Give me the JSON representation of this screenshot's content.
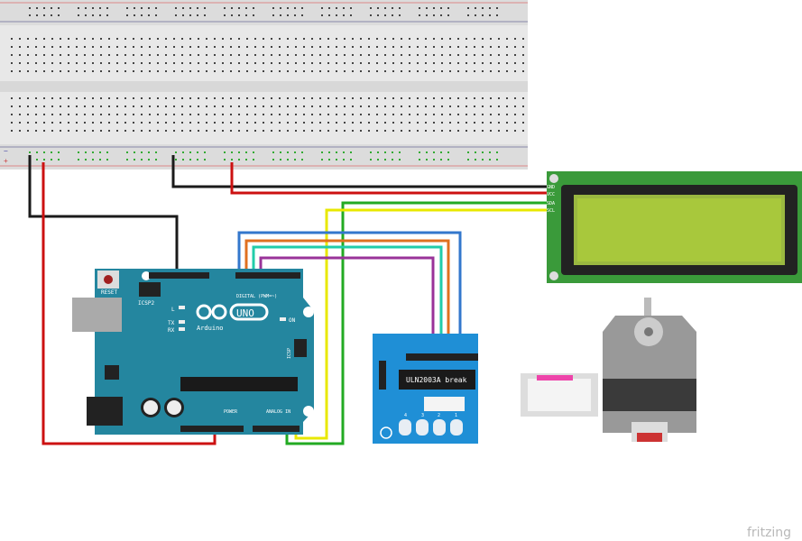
{
  "arduino": {
    "reset_label": "RESET",
    "icsp2_label": "ICSP2",
    "icsp_label": "ICSP",
    "led_l": "L",
    "led_tx": "TX",
    "led_rx": "RX",
    "on_label": "ON",
    "brand": "Arduino",
    "model": "UNO",
    "digital_label": "DIGITAL (PWM=~)",
    "power_label": "POWER",
    "analog_label": "ANALOG IN",
    "color": "#24869f"
  },
  "lcd": {
    "pins": [
      "GND",
      "VCC",
      "SDA",
      "SCL"
    ],
    "screen_color": "#a8c83c",
    "board_color": "#3a9a3a"
  },
  "driver": {
    "chip_label": "ULN2003A break",
    "outputs": [
      "4",
      "3",
      "2",
      "1"
    ],
    "color": "#1f8fd6"
  },
  "wires": {
    "gnd": "#1a1a1a",
    "vcc": "#cc1111",
    "sda": "#22aa22",
    "scl": "#e8e800",
    "in1": "#3377cc",
    "in2": "#e07020",
    "in3": "#22ccaa",
    "in4": "#993399"
  },
  "logo": "fritzing"
}
